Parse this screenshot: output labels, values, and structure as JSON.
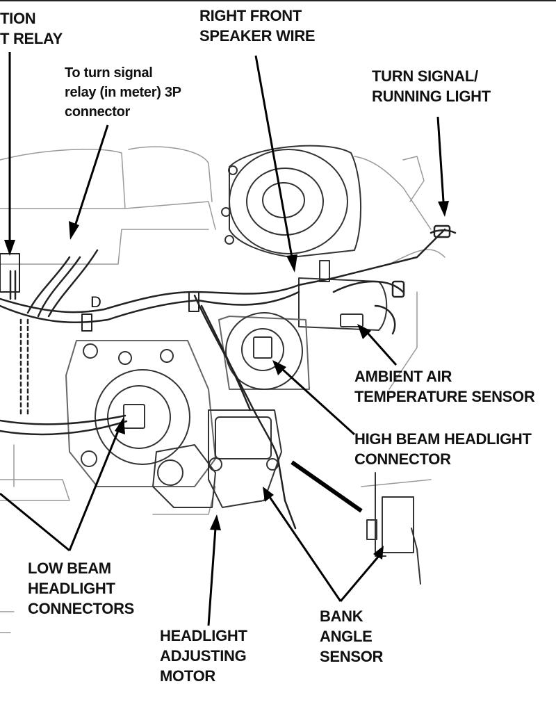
{
  "diagram": {
    "labels": {
      "ignition_relay": "TION\nT RELAY",
      "right_front_speaker": "RIGHT FRONT\nSPEAKER WIRE",
      "turn_signal_relay": "To turn signal\nrelay (in meter) 3P\nconnector",
      "turn_signal_running": "TURN SIGNAL/\nRUNNING LIGHT",
      "ambient_air": "AMBIENT AIR\nTEMPERATURE SENSOR",
      "high_beam": "HIGH BEAM HEADLIGHT\nCONNECTOR",
      "low_beam": "LOW BEAM\nHEADLIGHT\nCONNECTORS",
      "headlight_motor": "HEADLIGHT\nADJUSTING\nMOTOR",
      "bank_angle": "BANK\nANGLE\nSENSOR",
      "letter_d": "D"
    }
  }
}
